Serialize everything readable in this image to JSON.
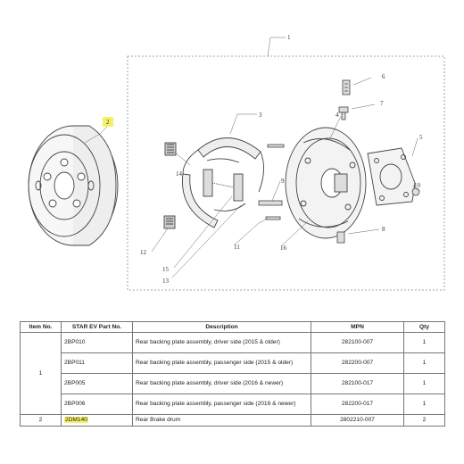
{
  "diagram": {
    "callouts": [
      "1",
      "2",
      "3",
      "4",
      "5",
      "6",
      "7",
      "8",
      "9",
      "10",
      "11",
      "12",
      "13",
      "14",
      "15",
      "16"
    ]
  },
  "table": {
    "headers": [
      "Item No.",
      "STAR EV Part No.",
      "Description",
      "MPN",
      "Qty"
    ],
    "group1_item": "1",
    "rows": [
      {
        "part": "2BP010",
        "description": "Rear backing plate assembly, driver side (2015 & older)",
        "mpn": "282100-007",
        "qty": "1"
      },
      {
        "part": "2BP011",
        "description": "Rear backing plate assembly, passenger side (2015 & older)",
        "mpn": "282200-007",
        "qty": "1"
      },
      {
        "part": "2BP005",
        "description": "Rear backing plate assembly, driver side (2016 & newer)",
        "mpn": "282100-017",
        "qty": "1"
      },
      {
        "part": "2BP006",
        "description": "Rear backing plate assembly, passenger side (2016 & newer)",
        "mpn": "282200-017",
        "qty": "1"
      }
    ],
    "row2": {
      "item": "2",
      "part": "2DM140",
      "description": "Rear Brake drum",
      "mpn": "2802210-007",
      "qty": "2"
    }
  },
  "colors": {
    "highlight": "#f5f06a",
    "line": "#555555"
  }
}
